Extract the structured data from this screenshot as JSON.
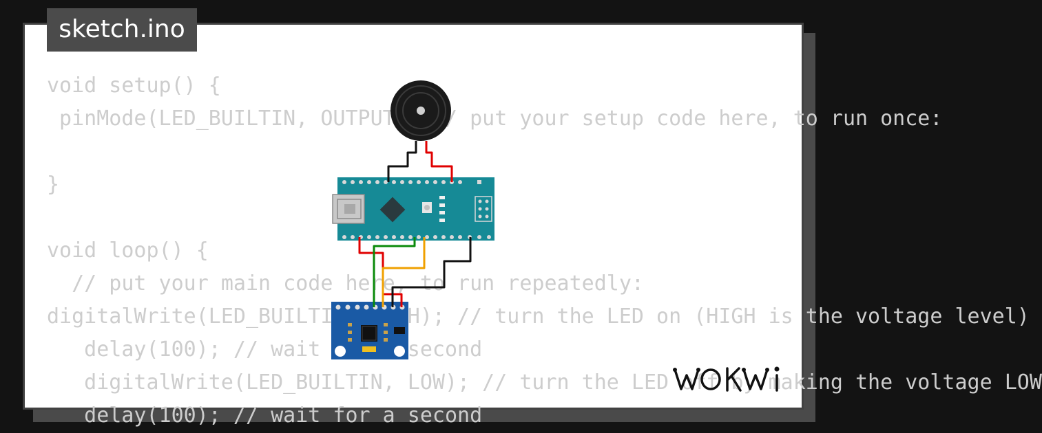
{
  "tab": {
    "title": "sketch.ino"
  },
  "code": [
    "void setup() {",
    " pinMode(LED_BUILTIN, OUTPUT); // put your setup code here, to run once:",
    "",
    "}",
    "",
    "void loop() {",
    "  // put your main code here, to run repeatedly:",
    "digitalWrite(LED_BUILTIN, HIGH); // turn the LED on (HIGH is the voltage level)",
    "   delay(100); // wait for a second",
    "   digitalWrite(LED_BUILTIN, LOW); // turn the LED off by making the voltage LOW",
    "   delay(100); // wait for a second"
  ],
  "brand": {
    "logo": "WOKWi"
  },
  "components": {
    "board": "arduino-nano",
    "buzzer": "buzzer",
    "sensor": "mpu6050"
  },
  "colors": {
    "background": "#131313",
    "card": "#ffffff",
    "tab": "#4b4b4b",
    "code_text": "#cdcdcd",
    "board": "#168a96",
    "sensor": "#1a5aa5",
    "wire_red": "#e00000",
    "wire_black": "#111111",
    "wire_green": "#0a8a0a",
    "wire_orange": "#f0a000"
  }
}
